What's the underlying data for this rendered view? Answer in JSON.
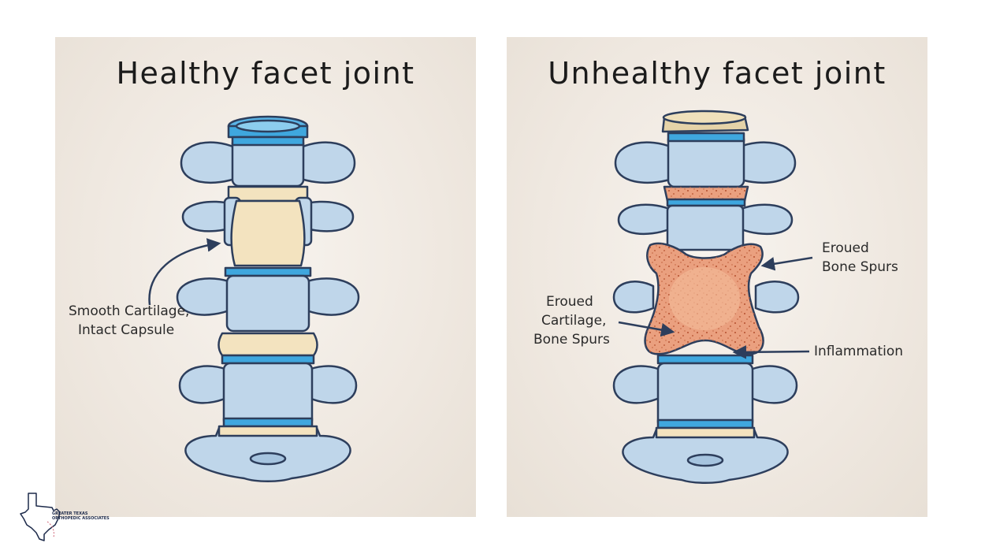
{
  "panels": {
    "healthy": {
      "title": "Healthy facet joint",
      "label": {
        "line1": "Smooth Cartilage,",
        "line2": "Intact Capsule"
      }
    },
    "unhealthy": {
      "title": "Unhealthy facet joint",
      "label_spurs": {
        "line1": "Eroued",
        "line2": "Bone Spurs"
      },
      "label_cartilage": {
        "line1": "Eroued",
        "line2": "Cartilage,",
        "line3": "Bone Spurs"
      },
      "label_inflammation": "Inflammation"
    }
  },
  "logo": {
    "line1": "GREATER TEXAS",
    "line2": "ORTHOPEDIC ASSOCIATES"
  },
  "colors": {
    "bone": "#bfd6ea",
    "bone_outline": "#2d3e5c",
    "disc_band": "#3fa7de",
    "cartilage": "#f3e3bf",
    "inflamed": "#eaa07f",
    "inflamed_dots": "#b4502f",
    "cap_unhealthy": "#e5d3a8"
  }
}
